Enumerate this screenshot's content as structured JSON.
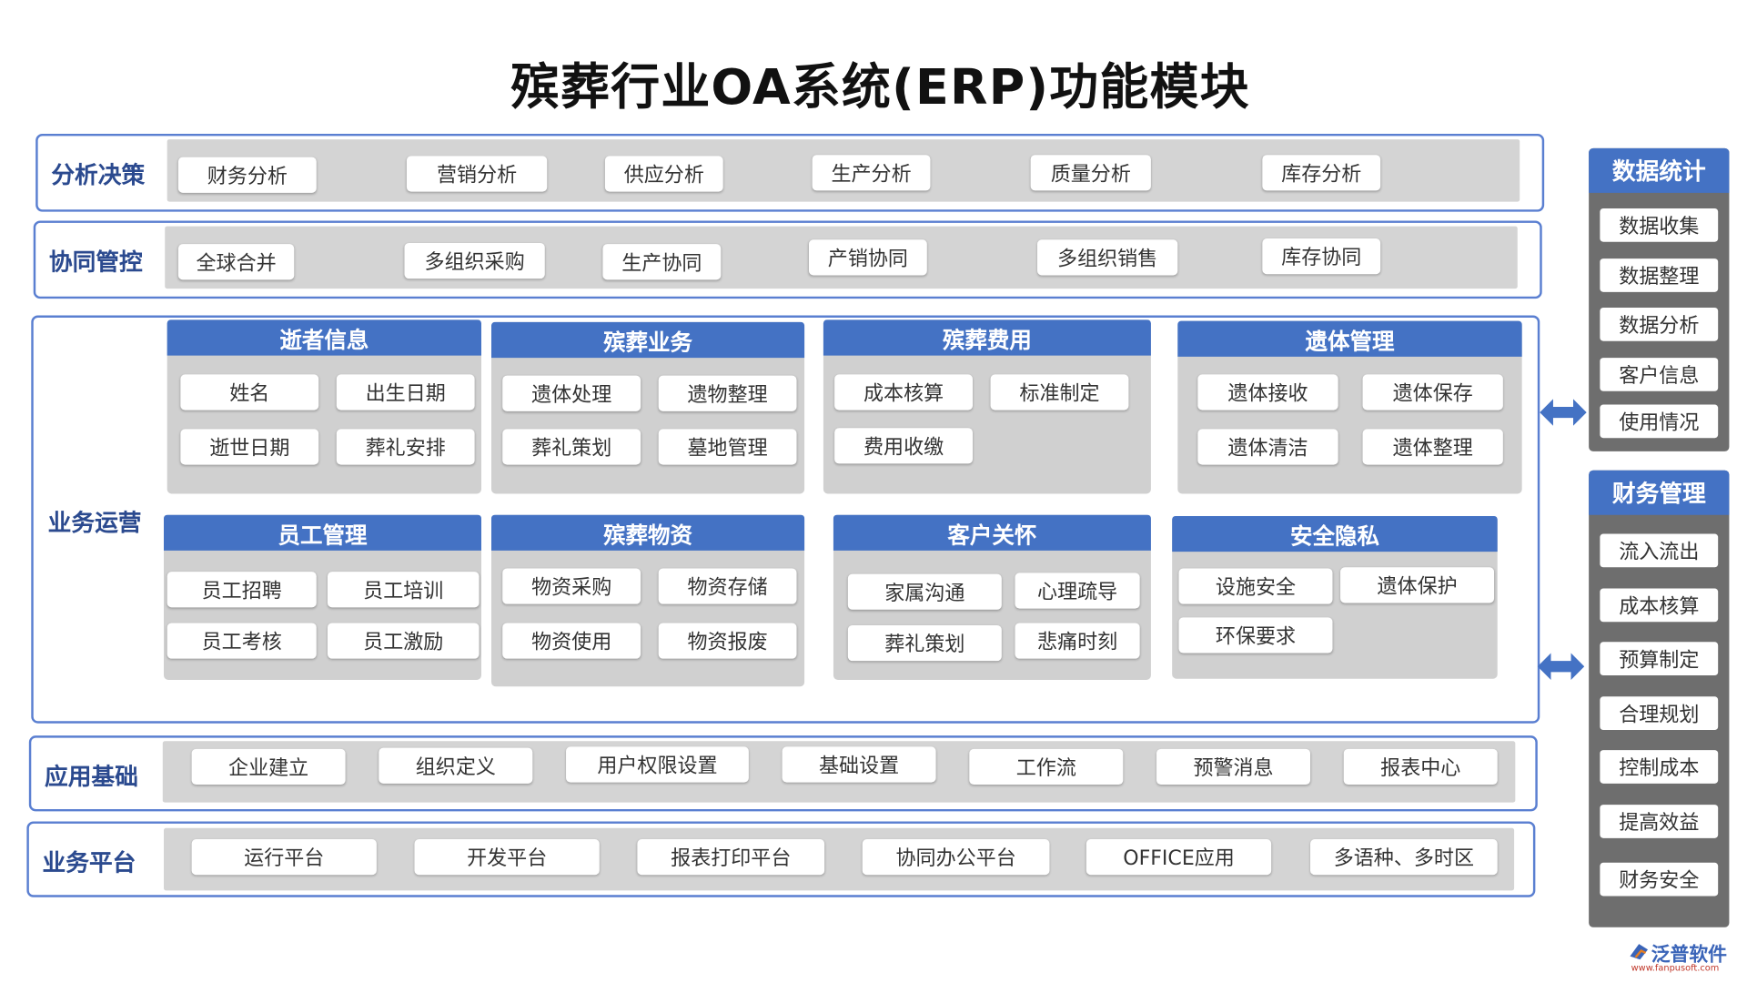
{
  "title": "殡葬行业OA系统(ERP)功能模块",
  "rows": {
    "analysis": {
      "label": "分析决策",
      "items": [
        "财务分析",
        "营销分析",
        "供应分析",
        "生产分析",
        "质量分析",
        "库存分析"
      ]
    },
    "collab": {
      "label": "协同管控",
      "items": [
        "全球合并",
        "多组织采购",
        "生产协同",
        "产销协同",
        "多组织销售",
        "库存协同"
      ]
    },
    "ops": {
      "label": "业务运营"
    },
    "foundation": {
      "label": "应用基础",
      "items": [
        "企业建立",
        "组织定义",
        "用户权限设置",
        "基础设置",
        "工作流",
        "预警消息",
        "报表中心"
      ]
    },
    "platform": {
      "label": "业务平台",
      "items": [
        "运行平台",
        "开发平台",
        "报表打印平台",
        "协同办公平台",
        "OFFICE应用",
        "多语种、多时区"
      ]
    }
  },
  "modules": [
    {
      "title": "逝者信息",
      "items": [
        "姓名",
        "出生日期",
        "逝世日期",
        "葬礼安排"
      ]
    },
    {
      "title": "殡葬业务",
      "items": [
        "遗体处理",
        "遗物整理",
        "葬礼策划",
        "墓地管理"
      ]
    },
    {
      "title": "殡葬费用",
      "items": [
        "成本核算",
        "标准制定",
        "费用收缴"
      ]
    },
    {
      "title": "遗体管理",
      "items": [
        "遗体接收",
        "遗体保存",
        "遗体清洁",
        "遗体整理"
      ]
    },
    {
      "title": "员工管理",
      "items": [
        "员工招聘",
        "员工培训",
        "员工考核",
        "员工激励"
      ]
    },
    {
      "title": "殡葬物资",
      "items": [
        "物资采购",
        "物资存储",
        "物资使用",
        "物资报废"
      ]
    },
    {
      "title": "客户关怀",
      "items": [
        "家属沟通",
        "心理疏导",
        "葬礼策划",
        "悲痛时刻"
      ]
    },
    {
      "title": "安全隐私",
      "items": [
        "设施安全",
        "遗体保护",
        "环保要求"
      ]
    }
  ],
  "side": {
    "stats": {
      "title": "数据统计",
      "items": [
        "数据收集",
        "数据整理",
        "数据分析",
        "客户信息",
        "使用情况"
      ]
    },
    "finance": {
      "title": "财务管理",
      "items": [
        "流入流出",
        "成本核算",
        "预算制定",
        "合理规划",
        "控制成本",
        "提高效益",
        "财务安全"
      ]
    }
  },
  "logo": {
    "name": "泛普软件",
    "url": "www.fanpusoft.com"
  },
  "colors": {
    "accent": "#4472c4",
    "frame": "#5a7fd1",
    "panel": "#d0d0d0",
    "side": "#6e6e6e"
  }
}
